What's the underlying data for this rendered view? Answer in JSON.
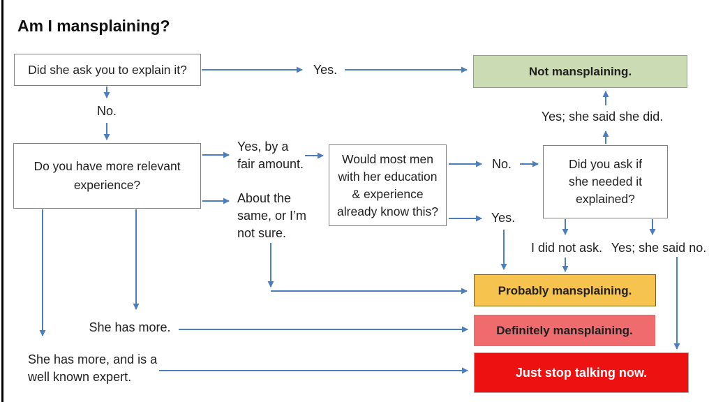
{
  "title": "Am I mansplaining?",
  "questions": {
    "ask_explain": "Did she ask you to explain it?",
    "more_experience": "Do you have more relevant\nexperience?",
    "most_men": "Would most men\nwith her education\n& experience\nalready know this?",
    "did_you_ask": "Did you ask if\nshe needed it\nexplained?"
  },
  "outcomes": {
    "not_mansplaining": "Not mansplaining.",
    "probably_mansplaining": "Probably mansplaining.",
    "definitely_mansplaining": "Definitely mansplaining.",
    "just_stop": "Just stop talking now."
  },
  "edge_labels": {
    "yes_top": "Yes.",
    "no_top": "No.",
    "yes_fair": "Yes, by a\nfair amount.",
    "about_same": "About the\nsame, or I’m\nnot sure.",
    "no_mid": "No.",
    "yes_mid": "Yes.",
    "yes_said_did": "Yes; she said she did.",
    "did_not_ask": "I did not ask.",
    "yes_said_no": "Yes; she said no.",
    "she_has_more": "She has more.",
    "she_has_more_expert": "She has more, and is a\nwell known expert."
  },
  "colors": {
    "arrow": "#4d7ebc",
    "not_fill": "#cbdcb4",
    "probably_fill": "#f6c44e",
    "definitely_fill": "#ef6b6e",
    "stop_fill": "#ee1111"
  }
}
